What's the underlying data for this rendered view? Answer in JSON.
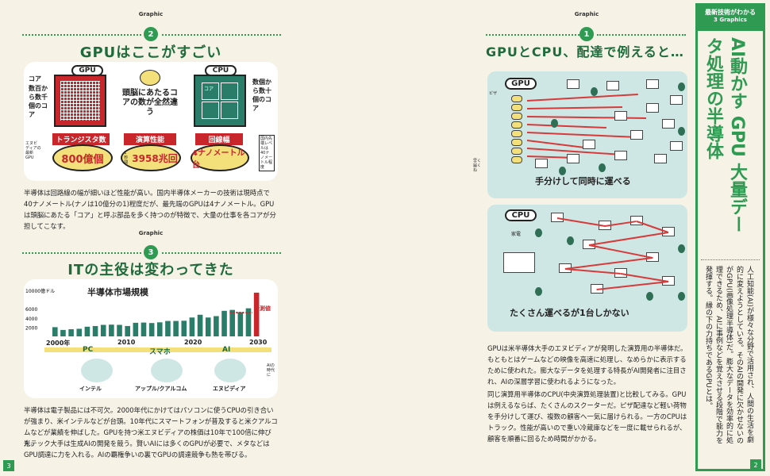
{
  "left": {
    "sec2": {
      "label": "Graphic",
      "num": "2",
      "title": "GPUはここがすごい",
      "gpu_tag": "GPU",
      "cpu_tag": "CPU",
      "core_label_gpu": "コア",
      "cores_gpu": "数百から数千個のコア",
      "cores_cpu": "数個から数十個のコア",
      "core_in_cpu": "コア",
      "brain_text": "頭脳にあたるコアの数が全然違う",
      "transistor_label": "トランジスタ数",
      "transistor_value": "800億個",
      "perf_label": "演算性能",
      "perf_prefix": "1秒間",
      "perf_value": "3958兆回",
      "line_label": "回線幅",
      "line_value": "4ナノメートル台",
      "note_cpu": "国内先端レベルは40ナノメートル程度",
      "note_person": "エヌビディアの最新GPU",
      "paragraph": "半導体は回路線の幅が細いほど性能が高い。国内半導体メーカーの技術は現時点で40ナノメートル(ナノは10億分の1)程度だが、最先端のGPUは4ナノメートル。GPUは頭脳にあたる「コア」と呼ぶ部品を多く持つのが特徴で、大量の仕事を各コアが分担してこなす。"
    },
    "sec3": {
      "label": "Graphic",
      "num": "3",
      "title": "ITの主役は変わってきた",
      "chart_title": "半導体市場規模",
      "forecast_label": "予測値",
      "years": [
        "2000年",
        "2010",
        "2020",
        "2030"
      ],
      "eras": [
        "PC",
        "スマホ",
        "AI"
      ],
      "companies": [
        "インテル",
        "アップル/クアルコム",
        "エヌビディア"
      ],
      "person_note": "AIの時代に",
      "paragraph1": "半導体は電子製品には不可欠。2000年代にかけてはパソコンに使うCPUの引き合いが強まり、米インテルなどが台頭。10年代にスマートフォンが普及すると米クアルコムなどが業績を伸ばした。GPUを持つ米エヌビディアの株価は10年で100倍に伸びた。",
      "paragraph2": "米テック大手は生成AIの開発を競う。賢いAIには多くのGPUが必要で、メタなどはGPU調達に力を入れる。AIの覇権争いの裏でGPUの調達競争も熱を帯びる。"
    },
    "page_num": "3"
  },
  "right": {
    "sec1": {
      "label": "Graphic",
      "num": "1",
      "title": "GPUとCPU、配達で例えると…",
      "gpu_tag": "GPU",
      "cpu_tag": "CPU",
      "pizza_label": "ピザ",
      "customer_label": "家電",
      "person_note": "早く届くね",
      "gpu_caption": "手分けして同時に運べる",
      "cpu_caption": "たくさん運べるが1台しかない",
      "paragraph1": "GPUは米半導体大手のエヌビディアが発明した演算用の半導体だ。もともとはゲームなどの映像を高速に処理し、なめらかに表示するために使われた。膨大なデータを処理する特長がAI開発者に注目され、AIの深層学習に使われるようになった。",
      "paragraph2": "同じ演算用半導体のCPU(中央演算処理装置)と比較してみる。GPUは例えるならば、たくさんのスクーターだ。ピザ配達など軽い荷物を手分けして運び、複数の顧客へ一気に届けられる。一方のCPUはトラック。性能が高いので重い冷蔵庫などを一度に載せられるが、顧客を順番に回るため時間がかかる。"
    },
    "sidebar": {
      "series": "最新技術がわかる",
      "series_sub": "3 Graphics",
      "headline": "AI動かす GPU 大量データ処理の半導体",
      "lead": "人工知能(AI)が様々な分野で活用され、人間の生活を劇的に変えようとしている。そのAIの開発に欠かせないのがGPU(画像処理半導体)だ。膨大なデータを効率的に処理できるため、AIに事例などを覚えさせる段階で能力を発揮する。縁の下の力持ちであるGPUとは。"
    },
    "page_num": "2"
  },
  "chart_data": {
    "type": "bar",
    "title": "半導体市場規模",
    "ylabel": "",
    "y_ticks": [
      "10000億ドル",
      "6000",
      "4000",
      "2000"
    ],
    "ylim": [
      0,
      10000
    ],
    "x_ticks": [
      "2000年",
      "2010",
      "2020",
      "2030"
    ],
    "values": [
      2000,
      1400,
      1550,
      1650,
      2100,
      2250,
      2500,
      2550,
      2500,
      2250,
      2950,
      3000,
      2900,
      3050,
      3350,
      3350,
      3400,
      4100,
      4700,
      4100,
      4400,
      5550,
      5750,
      5250,
      6100,
      9500
    ],
    "forecast": "予測値"
  },
  "colors": {
    "accent": "#2e9a52",
    "red": "#c9262c",
    "teal": "#2a7d68",
    "bg": "#f6f2e6"
  }
}
